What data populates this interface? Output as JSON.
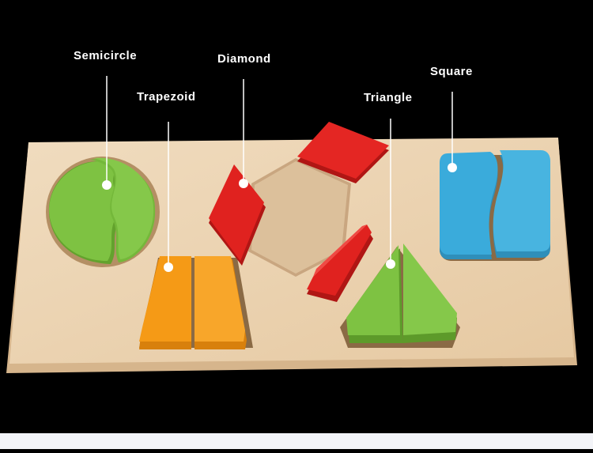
{
  "labels": {
    "semicircle": "Semicircle",
    "trapezoid": "Trapezoid",
    "diamond": "Diamond",
    "triangle": "Triangle",
    "square": "Square"
  },
  "colors": {
    "background": "#000000",
    "board": "#ecd4b4",
    "board_edge": "#d9b88f",
    "green": "#7ec242",
    "orange": "#f59a16",
    "red": "#e0221f",
    "blue": "#3aabdb",
    "pointer": "#ffffff"
  }
}
